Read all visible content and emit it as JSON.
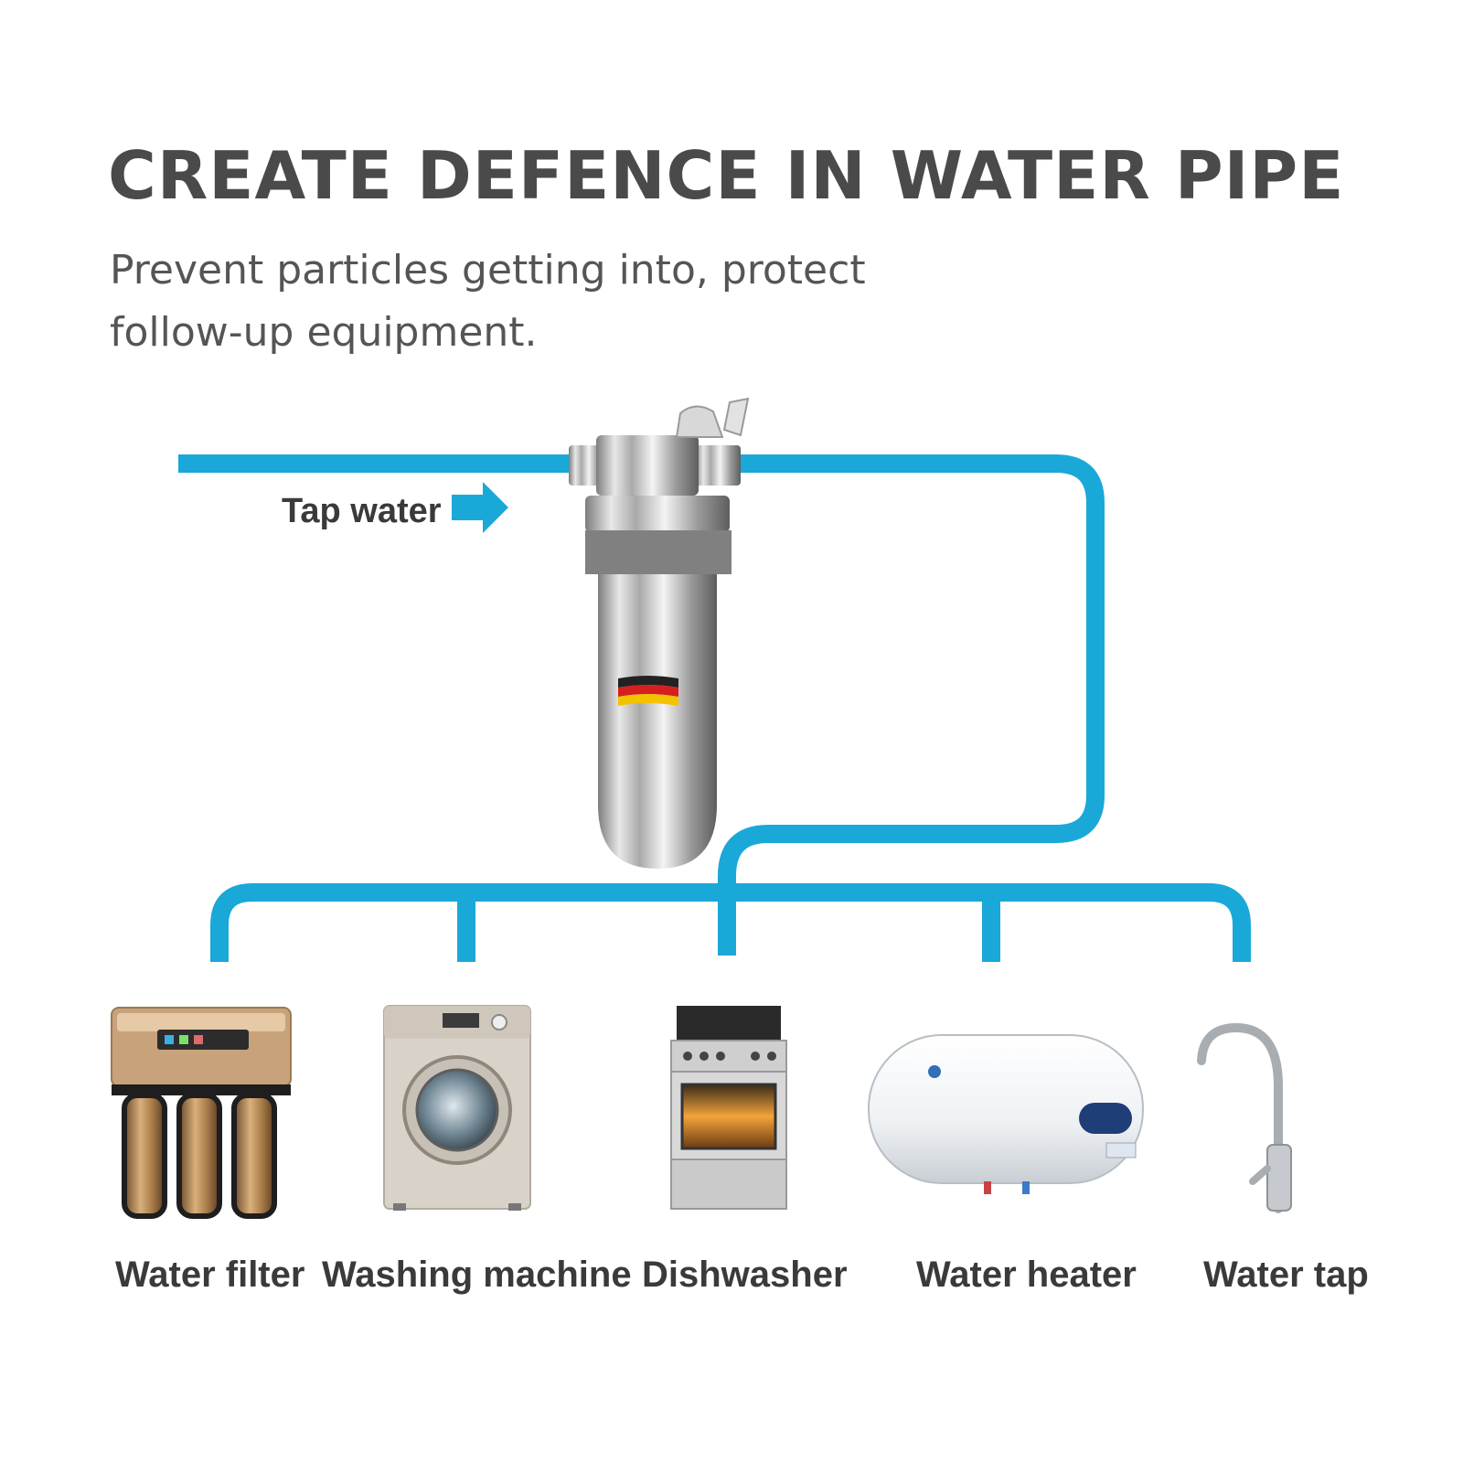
{
  "headline": "CREATE DEFENCE IN WATER PIPE",
  "subheadline": {
    "line1": "Prevent particles getting into, protect",
    "line2": "follow-up equipment."
  },
  "flow": {
    "inlet_label": "Tap water"
  },
  "appliances": [
    {
      "label": "Water filter",
      "icon": "water-filter-icon"
    },
    {
      "label": "Washing machine",
      "icon": "washing-machine-icon"
    },
    {
      "label": "Dishwasher",
      "icon": "dishwasher-icon"
    },
    {
      "label": "Water heater",
      "icon": "water-heater-icon"
    },
    {
      "label": "Water tap",
      "icon": "water-tap-icon"
    }
  ],
  "colors": {
    "pipe": "#1aa8d8",
    "headline": "#4a4a4a",
    "text": "#3a3a3a"
  }
}
